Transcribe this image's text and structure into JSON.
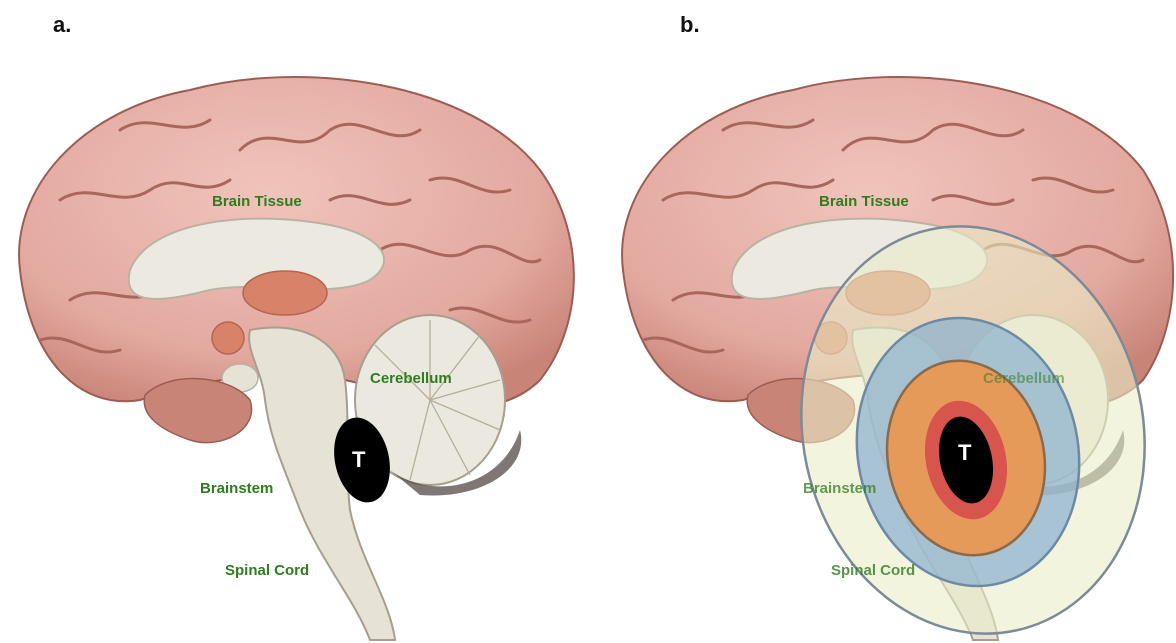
{
  "panels": [
    {
      "letter": "a.",
      "labels": {
        "brain_tissue": "Brain Tissue",
        "cerebellum": "Cerebellum",
        "brainstem": "Brainstem",
        "spinal_cord": "Spinal Cord",
        "tumor": "T"
      }
    },
    {
      "letter": "b.",
      "labels": {
        "brain_tissue": "Brain Tissue",
        "cerebellum": "Cerebellum",
        "brainstem": "Brainstem",
        "spinal_cord": "Spinal Cord",
        "tumor": "T"
      }
    }
  ],
  "colors": {
    "cortex": "#e3a9a0",
    "cortex_dark": "#b97469",
    "white_matter": "#e9e6dc",
    "brainstem": "#e7e2d6",
    "label_green": "#2f7d1f",
    "tumor": "#000000",
    "dose_outer": "#e9ecc8",
    "dose_blue": "#8fb3cf",
    "dose_orange": "#e69a5a",
    "dose_red": "#d8554d"
  }
}
